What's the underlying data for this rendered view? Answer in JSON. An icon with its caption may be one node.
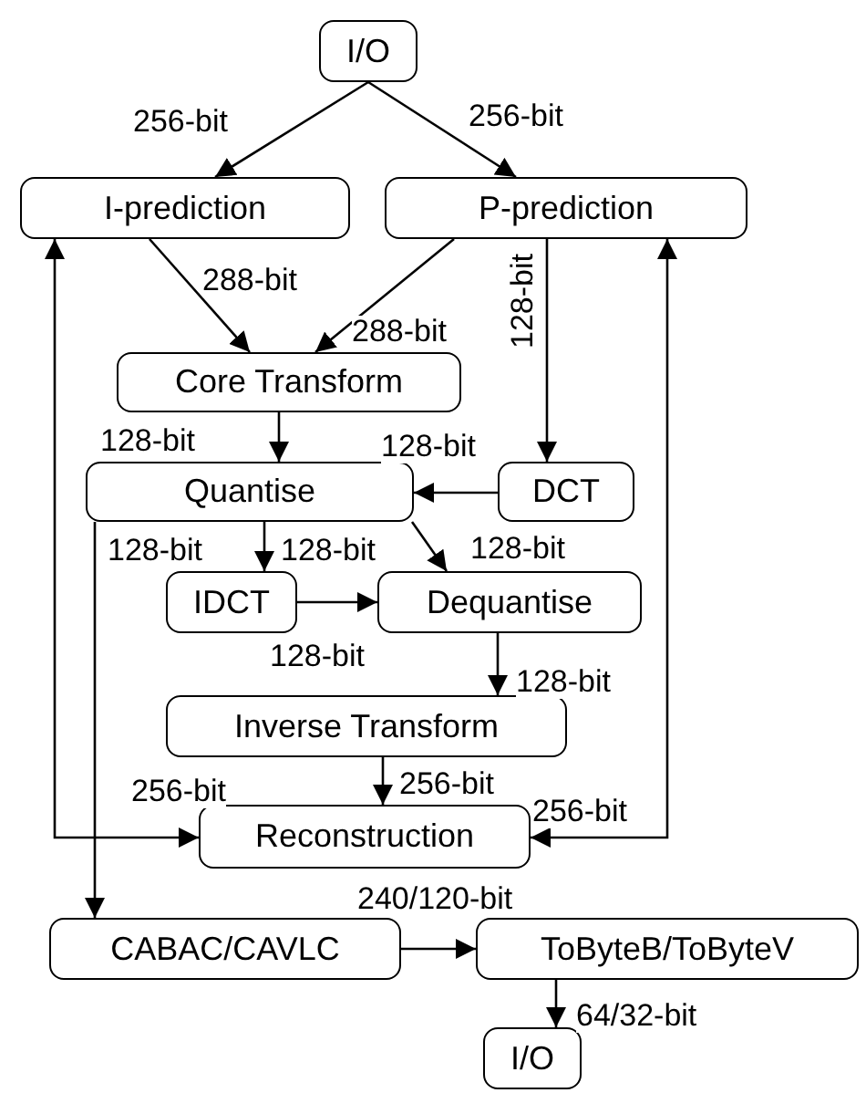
{
  "diagram": {
    "nodes": [
      {
        "text": [
          "I/O"
        ]
      },
      {
        "text": [
          "I-prediction"
        ]
      },
      {
        "text": [
          "P-prediction"
        ]
      },
      {
        "text": [
          "Core Transform"
        ]
      },
      {
        "text": [
          "Quantise"
        ]
      },
      {
        "text": [
          "DCT"
        ]
      },
      {
        "text": [
          "IDCT"
        ]
      },
      {
        "text": [
          "Dequantise"
        ]
      },
      {
        "text": [
          "Inverse Transform"
        ]
      },
      {
        "text": [
          "Reconstruction"
        ]
      },
      {
        "text": [
          "CABAC/CAVLC"
        ]
      },
      {
        "text": [
          "ToByteB/ToByteV"
        ]
      },
      {
        "text": [
          "I/O"
        ]
      }
    ],
    "edges": [
      {
        "from": 0,
        "to": 1,
        "arrow": "to",
        "label": "256-bit"
      },
      {
        "from": 0,
        "to": 2,
        "arrow": "to",
        "label": "256-bit"
      },
      {
        "from": 1,
        "to": 3,
        "arrow": "to",
        "label": "288-bit"
      },
      {
        "from": 2,
        "to": 3,
        "arrow": "to",
        "label": "288-bit"
      },
      {
        "from": 2,
        "to": 5,
        "arrow": "to",
        "label": "128-bit"
      },
      {
        "from": 3,
        "to": 4,
        "arrow": "to",
        "label": "128-bit"
      },
      {
        "from": 5,
        "to": 4,
        "arrow": "to",
        "label": "128-bit"
      },
      {
        "from": 4,
        "to": 6,
        "arrow": "to",
        "label": "128-bit"
      },
      {
        "from": 4,
        "to": 7,
        "arrow": "to",
        "label": "128-bit"
      },
      {
        "from": 6,
        "to": 7,
        "arrow": "to",
        "label": "128-bit"
      },
      {
        "from": 7,
        "to": 8,
        "arrow": "to",
        "label": "128-bit"
      },
      {
        "from": 8,
        "to": 9,
        "arrow": "to",
        "label": "256-bit"
      },
      {
        "from": 1,
        "to": 9,
        "arrow": "both",
        "label": "256-bit"
      },
      {
        "from": 2,
        "to": 9,
        "arrow": "both",
        "label": "256-bit"
      },
      {
        "from": 4,
        "to": 10,
        "arrow": "to"
      },
      {
        "from": 10,
        "to": 11,
        "arrow": "to",
        "label": "240/120-bit"
      },
      {
        "from": 11,
        "to": 12,
        "arrow": "to",
        "label": "64/32-bit"
      }
    ],
    "labels": [
      "128-bit"
    ]
  }
}
